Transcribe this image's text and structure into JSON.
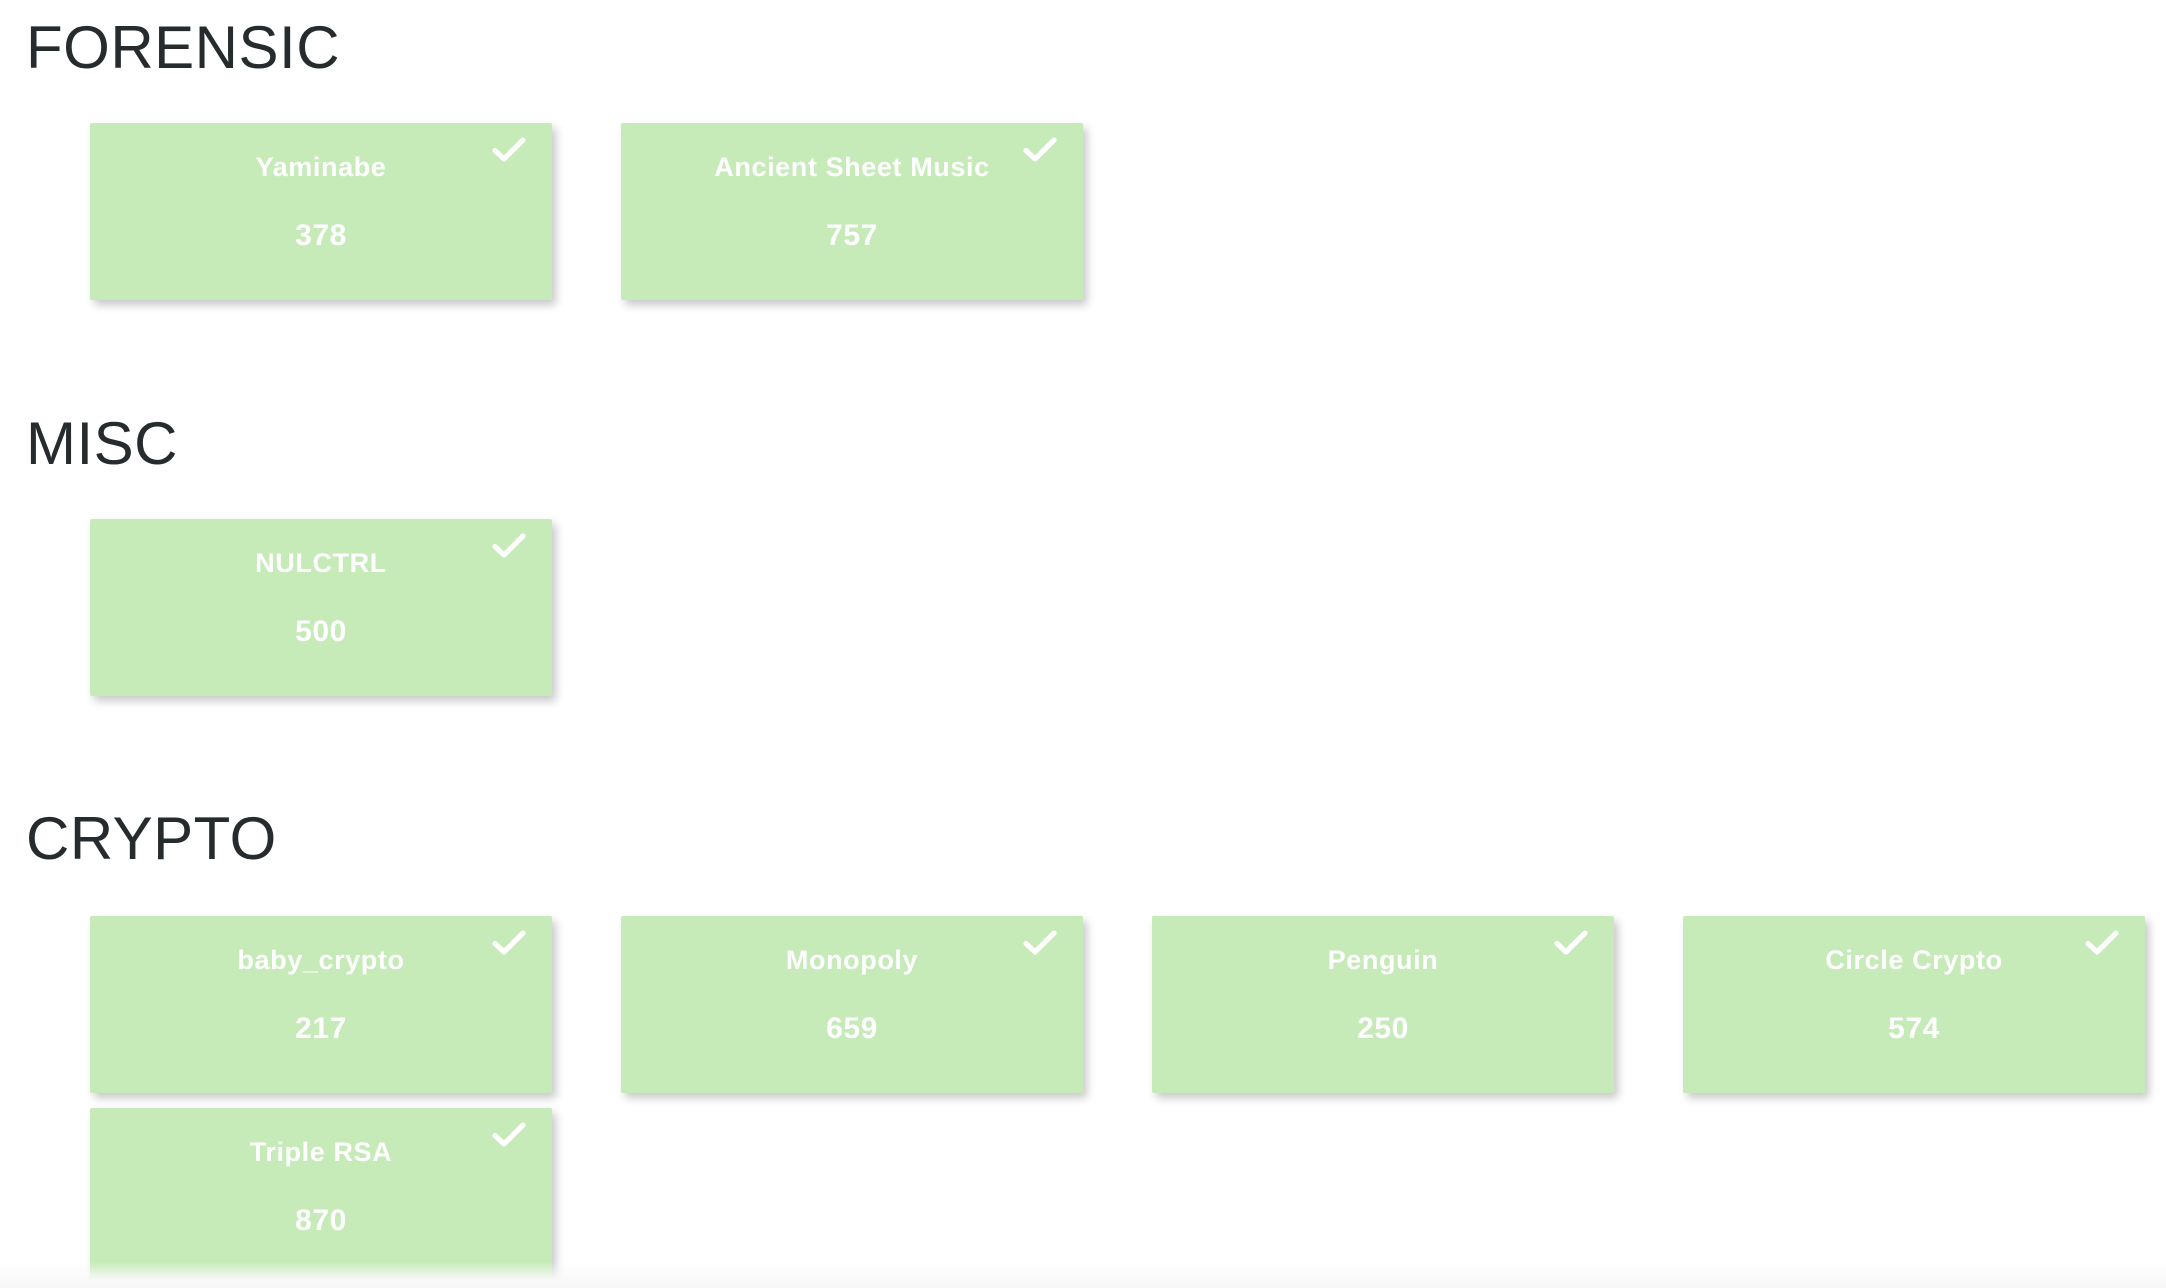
{
  "theme": {
    "page_background": "#ffffff",
    "card_background": "#c6ebb9",
    "card_text_color": "#ffffff",
    "heading_color": "#262b2e",
    "solved_icon": "check-icon"
  },
  "sections": [
    {
      "id": "forensic",
      "title": "FORENSIC",
      "challenges": [
        {
          "name": "Yaminabe",
          "points": "378",
          "solved": true
        },
        {
          "name": "Ancient Sheet Music",
          "points": "757",
          "solved": true
        }
      ]
    },
    {
      "id": "misc",
      "title": "MISC",
      "challenges": [
        {
          "name": "NULCTRL",
          "points": "500",
          "solved": true
        }
      ]
    },
    {
      "id": "crypto",
      "title": "CRYPTO",
      "challenges": [
        {
          "name": "baby_crypto",
          "points": "217",
          "solved": true
        },
        {
          "name": "Monopoly",
          "points": "659",
          "solved": true
        },
        {
          "name": "Penguin",
          "points": "250",
          "solved": true
        },
        {
          "name": "Circle Crypto",
          "points": "574",
          "solved": true
        },
        {
          "name": "Triple RSA",
          "points": "870",
          "solved": true
        }
      ]
    }
  ]
}
